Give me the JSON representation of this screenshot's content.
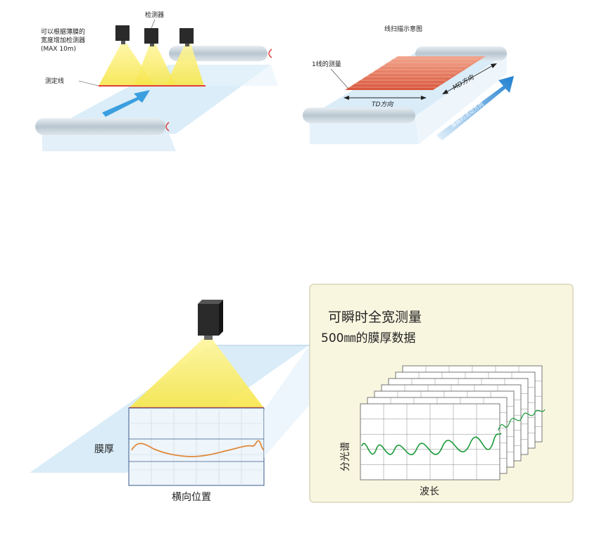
{
  "fig1": {
    "camera_label": "检测器",
    "note_line1": "可以根据薄膜的",
    "note_line2": "宽度增加检测器",
    "note_line3": "(MAX 10m)",
    "measure_line_label": "测定线"
  },
  "fig2": {
    "title": "线扫描示意图",
    "one_line_label": "1线的测量",
    "td_label": "TD方向",
    "md_label": "MD方向",
    "flow_label": "薄膜的流动方向"
  },
  "fig3": {
    "thickness_label": "膜厚",
    "x_axis_label": "横向位置",
    "panel_title_line1": "可瞬时全宽测量",
    "panel_title_line2": "500㎜的膜厚数据",
    "spectrum_label": "分光谱",
    "wavelength_label": "波长"
  },
  "colors": {
    "film": "#d9ecf8",
    "beam": "#f6e64a",
    "camera": "#2a2a2a",
    "measure_line": "#e0403a",
    "thickness_curve": "#e08a3a",
    "spectrum_curve": "#1a9a3a",
    "panel_bg": "#f9f6e0",
    "arrow": "#3b9fe0"
  }
}
